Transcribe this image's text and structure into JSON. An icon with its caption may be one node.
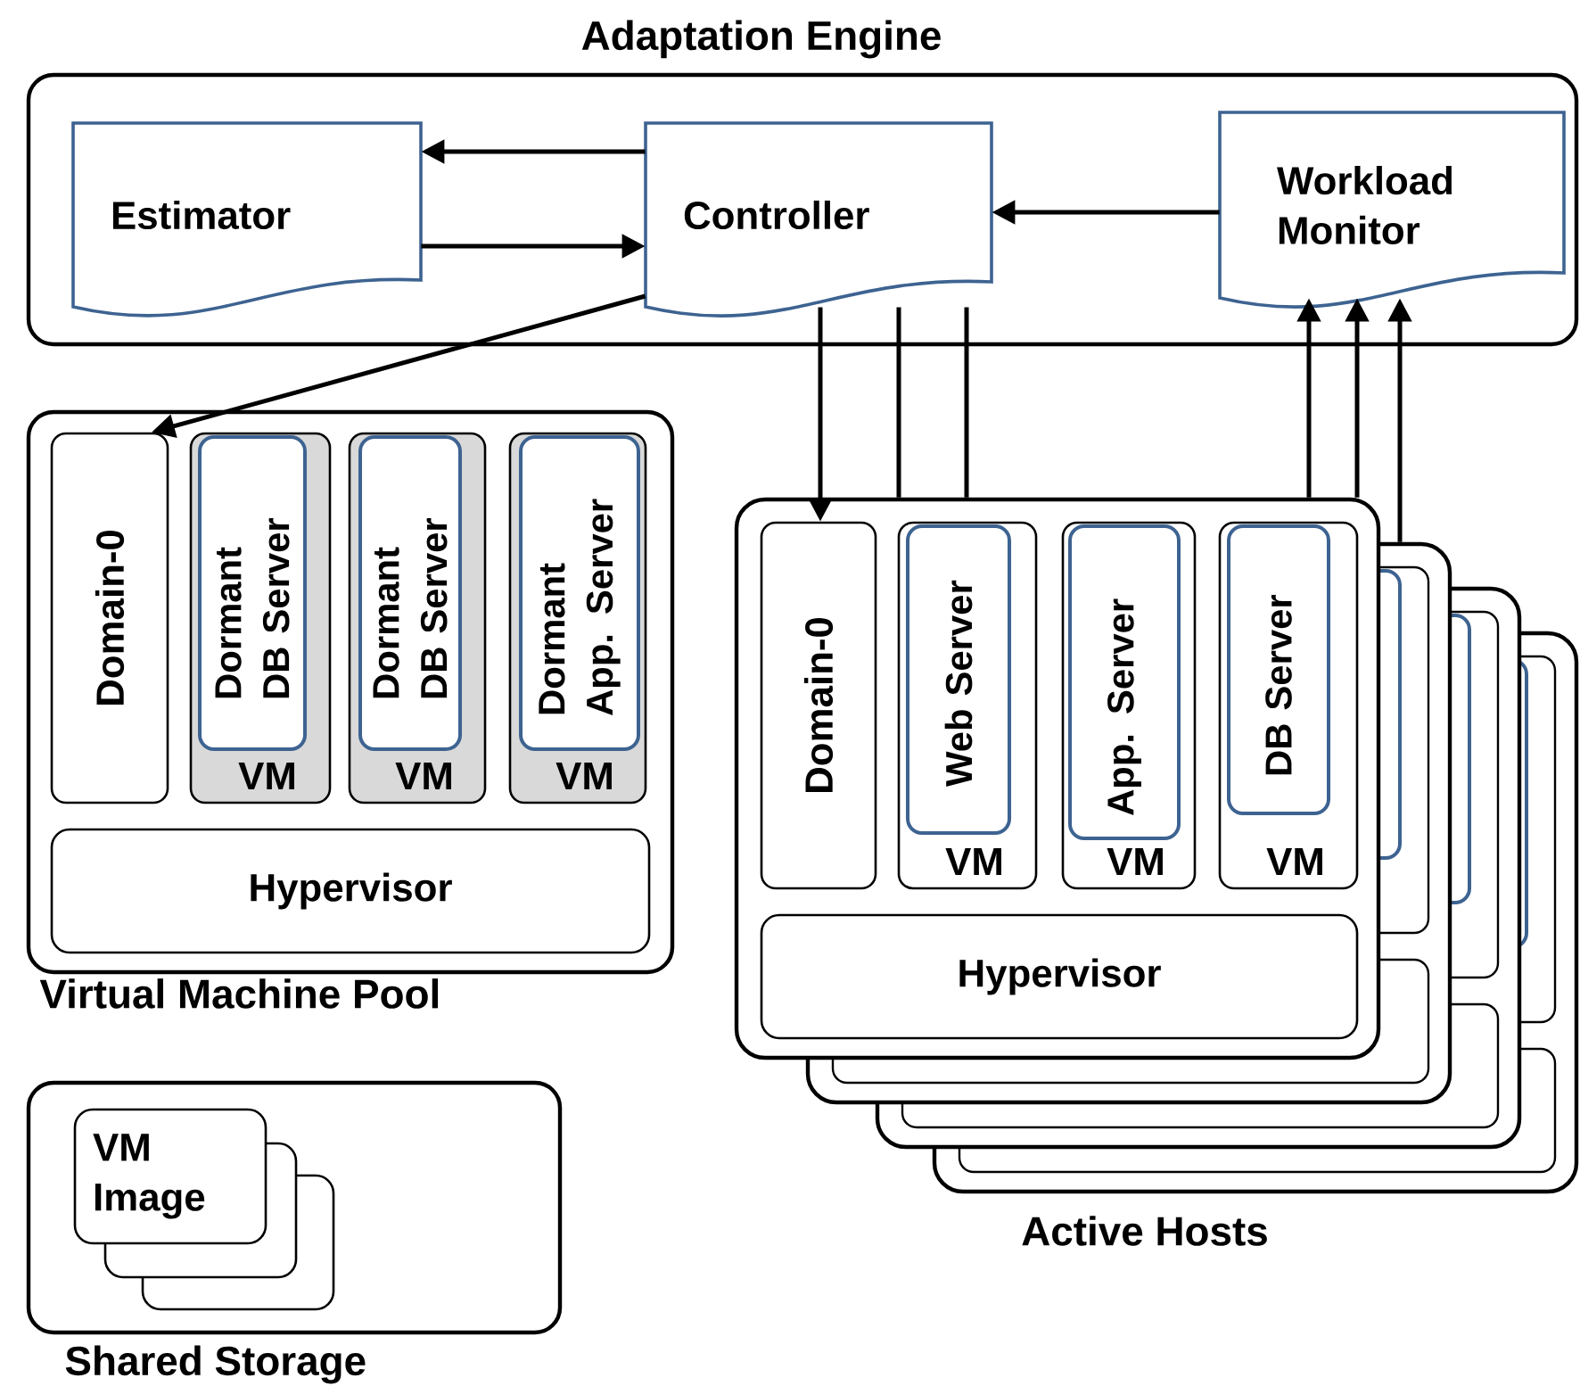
{
  "diagram": {
    "nodes": [
      {
        "text": [
          "Adaptation Engine"
        ]
      },
      {
        "text": [
          "Estimator"
        ],
        "in": 0
      },
      {
        "text": [
          "Controller"
        ],
        "in": 0
      },
      {
        "text": [
          "Workload Monitor"
        ],
        "in": 0
      },
      {
        "text": [
          "Virtual Machine Pool"
        ]
      },
      {
        "text": [
          "Domain-0"
        ],
        "in": 4
      },
      {
        "text": [
          "VM"
        ],
        "in": 4
      },
      {
        "text": [
          "Dormant DB Server"
        ],
        "in": 6
      },
      {
        "text": [
          "VM"
        ],
        "in": 4
      },
      {
        "text": [
          "Dormant DB Server"
        ],
        "in": 8
      },
      {
        "text": [
          "VM"
        ],
        "in": 4
      },
      {
        "text": [
          "Dormant App. Server"
        ],
        "in": 10
      },
      {
        "text": [
          "Hypervisor"
        ],
        "in": 4
      },
      {
        "text": [],
        "shape": "box"
      },
      {
        "text": [
          "Domain-0"
        ],
        "in": 13
      },
      {
        "text": [
          "VM"
        ],
        "in": 13
      },
      {
        "text": [
          "Web Server"
        ],
        "in": 15
      },
      {
        "text": [
          "VM"
        ],
        "in": 13
      },
      {
        "text": [
          "App. Server"
        ],
        "in": 17
      },
      {
        "text": [
          "VM"
        ],
        "in": 13
      },
      {
        "text": [
          "DB Server"
        ],
        "in": 19
      },
      {
        "text": [
          "Hypervisor"
        ],
        "in": 13
      },
      {
        "text": [],
        "shape": "box"
      },
      {
        "text": [],
        "shape": "box"
      },
      {
        "text": [],
        "shape": "box"
      },
      {
        "text": [
          "Shared Storage"
        ]
      },
      {
        "text": [
          "VM Image"
        ],
        "in": 25
      }
    ],
    "edges": [
      {
        "from": 2,
        "to": 1,
        "arrow": "to"
      },
      {
        "from": 1,
        "to": 2,
        "arrow": "to"
      },
      {
        "from": 3,
        "to": 2,
        "arrow": "to"
      },
      {
        "from": 2,
        "to": 5,
        "arrow": "to"
      },
      {
        "from": 2,
        "to": 14,
        "arrow": "to"
      },
      {
        "from": 2,
        "to": 13,
        "arrow": "none"
      },
      {
        "from": 2,
        "to": 13,
        "arrow": "none"
      },
      {
        "from": 13,
        "to": 3,
        "arrow": "to"
      },
      {
        "from": 13,
        "to": 3,
        "arrow": "to"
      },
      {
        "from": 22,
        "to": 3,
        "arrow": "to"
      }
    ],
    "labels": [
      "Active Hosts"
    ]
  }
}
